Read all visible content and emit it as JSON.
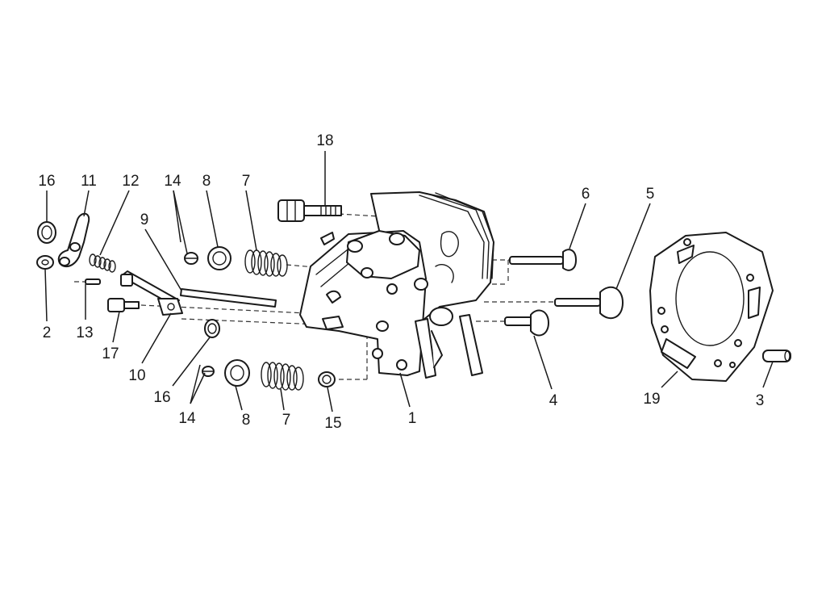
{
  "callouts": {
    "c1": "1",
    "c2": "2",
    "c3": "3",
    "c4": "4",
    "c5": "5",
    "c6": "6",
    "c7a": "7",
    "c7b": "7",
    "c8a": "8",
    "c8b": "8",
    "c9": "9",
    "c10": "10",
    "c11": "11",
    "c12": "12",
    "c13": "13",
    "c14a": "14",
    "c14b": "14",
    "c15": "15",
    "c16a": "16",
    "c16b": "16",
    "c17": "17",
    "c18": "18",
    "c19": "19"
  }
}
